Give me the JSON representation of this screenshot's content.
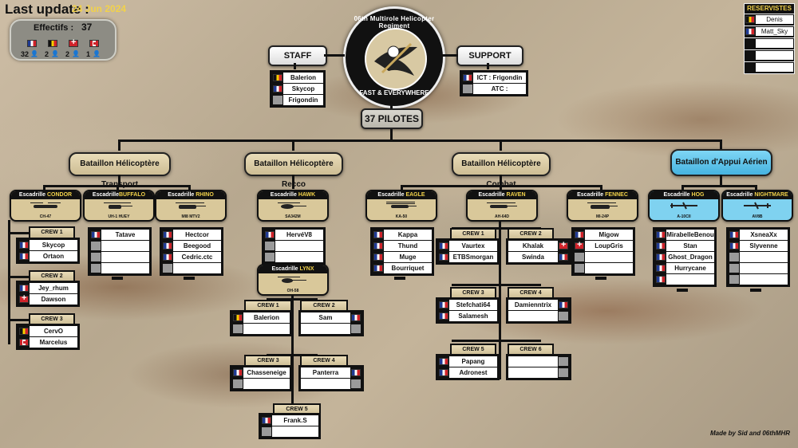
{
  "header": {
    "title": "Last update :",
    "date": "24 Jun 2024"
  },
  "effectifs": {
    "label": "Effectifs :",
    "total": "37",
    "counts": [
      {
        "flag": "fr",
        "count": "32"
      },
      {
        "flag": "be",
        "count": "2"
      },
      {
        "flag": "ch",
        "count": "2"
      },
      {
        "flag": "ca",
        "count": "1"
      }
    ]
  },
  "reservists": {
    "title": "RESERVISTES",
    "names": [
      "Denis",
      "Matt_Sky",
      "",
      "",
      ""
    ]
  },
  "emblem": {
    "top": "06th Multirole Helicopter Regiment",
    "bottom": "FAST & EVERYWHERE"
  },
  "staff": {
    "label": "STAFF",
    "members": [
      "Balerion",
      "Skycop",
      "Frigondin"
    ]
  },
  "support": {
    "label": "SUPPORT",
    "members": [
      "ICT :  Frigondin",
      "ATC :"
    ]
  },
  "pilots": {
    "count": "37",
    "label": "PILOTES"
  },
  "battalions": [
    "Bataillon Hélicoptère Transport",
    "Bataillon Hélicoptère Recco",
    "Bataillon Hélicoptère Combat",
    "Bataillon d'Appui Aérien"
  ],
  "squadrons": {
    "condor": {
      "prefix": "Escadrille ",
      "name": "CONDOR",
      "type": "CH-47"
    },
    "buffalo": {
      "prefix": "Escadrille",
      "name": "BUFFALO",
      "type": "UH-1 HUEY"
    },
    "rhino": {
      "prefix": "Escadrille ",
      "name": "RHINO",
      "type": "MI8 MTV2"
    },
    "hawk": {
      "prefix": "Escadrille ",
      "name": "HAWK",
      "type": "SA342M"
    },
    "lynx": {
      "prefix": "Escadrille ",
      "name": "LYNX",
      "type": "OH-58"
    },
    "eagle": {
      "prefix": "Escadrille ",
      "name": "EAGLE",
      "type": "KA-50"
    },
    "raven": {
      "prefix": "Escadrille ",
      "name": "RAVEN",
      "type": "AH-64D"
    },
    "fennec": {
      "prefix": "Escadrille ",
      "name": "FENNEC",
      "type": "MI-24P"
    },
    "hog": {
      "prefix": "Escadrille ",
      "name": "HOG",
      "type": "A-10CII"
    },
    "nightmare": {
      "prefix": "Escadrille ",
      "name": "NIGHTMARE",
      "type": "AV8B"
    }
  },
  "crews": {
    "condor": [
      {
        "label": "CREW 1",
        "members": [
          "Skycop",
          "Ortaon"
        ]
      },
      {
        "label": "CREW 2",
        "members": [
          "Jey_rhum",
          "Dawson"
        ]
      },
      {
        "label": "CREW 3",
        "members": [
          "CervO",
          "Marcelus"
        ]
      }
    ],
    "buffalo": [
      "Tatave",
      "",
      "",
      ""
    ],
    "rhino": [
      "Hectcor",
      "Beegood",
      "Cedric.ctc",
      ""
    ],
    "hawk": [
      "HervéV8",
      "",
      ""
    ],
    "lynx": [
      {
        "label": "CREW 1",
        "members": [
          "Balerion",
          ""
        ]
      },
      {
        "label": "CREW 2",
        "members": [
          "Sam",
          ""
        ]
      },
      {
        "label": "CREW 3",
        "members": [
          "Chasseneige",
          ""
        ]
      },
      {
        "label": "CREW 4",
        "members": [
          "Panterra",
          ""
        ]
      },
      {
        "label": "CREW 5",
        "members": [
          "Frank.S",
          ""
        ]
      }
    ],
    "eagle": [
      "Kappa",
      "Thund",
      "Muge",
      "Bourriquet"
    ],
    "raven": [
      {
        "label": "CREW 1",
        "members": [
          "Vaurtex",
          "ETBSmorgan"
        ]
      },
      {
        "label": "CREW 2",
        "members": [
          "Khalak",
          "Swinda"
        ]
      },
      {
        "label": "CREW 3",
        "members": [
          "Stefchati64",
          "Salamesh"
        ]
      },
      {
        "label": "CREW 4",
        "members": [
          "Damienntrix",
          ""
        ]
      },
      {
        "label": "CREW 5",
        "members": [
          "Papang",
          "Adronest"
        ]
      },
      {
        "label": "CREW 6",
        "members": [
          "",
          ""
        ]
      }
    ],
    "fennec": [
      "Migow",
      "LoupGris",
      "",
      ""
    ],
    "hog": [
      "MirabelleBenou",
      "Stan",
      "Ghost_Dragon",
      "Hurrycane",
      ""
    ],
    "nightmare": [
      "XsneaXx",
      "Slyvenne",
      "",
      "",
      ""
    ]
  },
  "credit": "Made by Sid and 06thMHR"
}
